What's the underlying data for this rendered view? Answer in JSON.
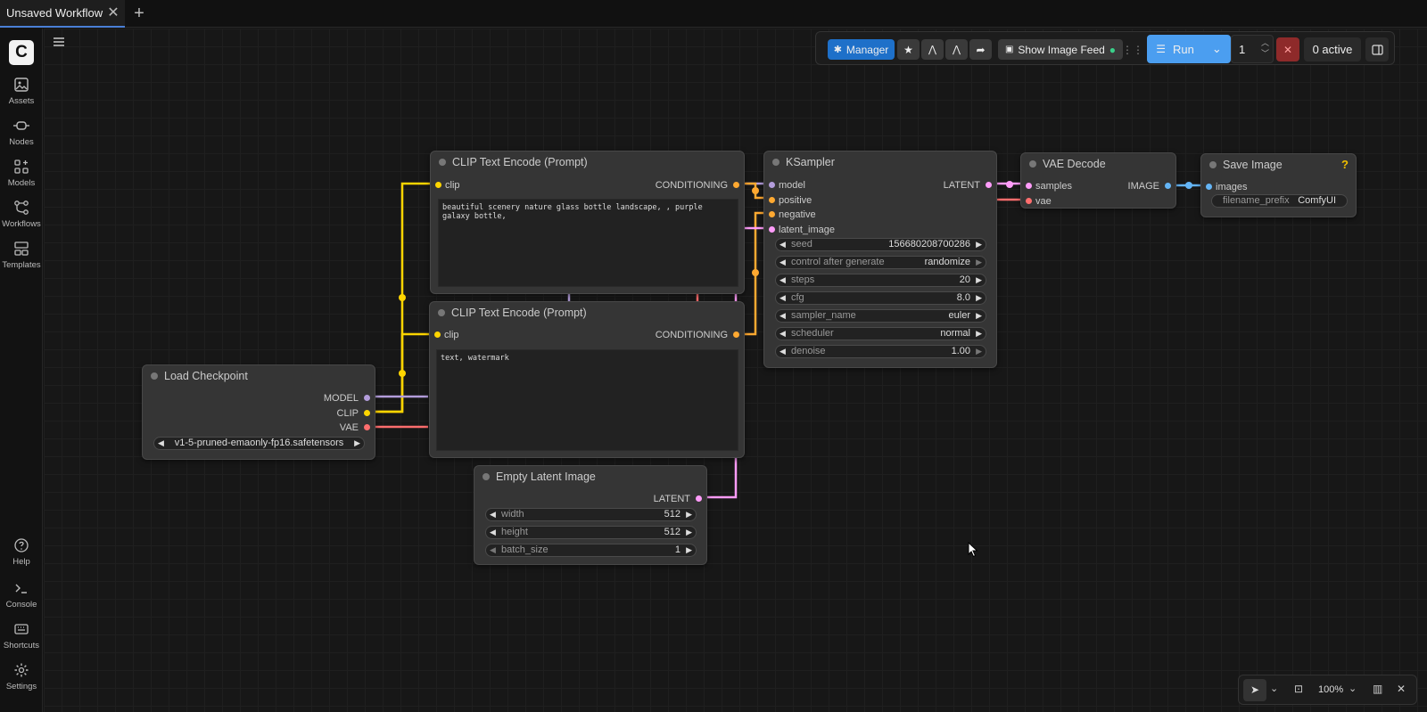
{
  "tabs": {
    "active": "Unsaved Workflow",
    "close": "✕",
    "add": "+"
  },
  "sidebar": {
    "logo": "C",
    "items": [
      {
        "label": "Assets",
        "icon": "image-icon"
      },
      {
        "label": "Nodes",
        "icon": "node-icon"
      },
      {
        "label": "Models",
        "icon": "models-icon"
      },
      {
        "label": "Workflows",
        "icon": "workflow-icon"
      },
      {
        "label": "Templates",
        "icon": "templates-icon"
      }
    ],
    "bottom": [
      {
        "label": "Help",
        "icon": "help-icon"
      },
      {
        "label": "Console",
        "icon": "console-icon"
      },
      {
        "label": "Shortcuts",
        "icon": "keyboard-icon"
      },
      {
        "label": "Settings",
        "icon": "gear-icon"
      }
    ]
  },
  "toolbar": {
    "manager": "Manager",
    "show_feed": "Show Image Feed",
    "run": "Run",
    "batch_count": "1",
    "active": "0 active"
  },
  "nodes": {
    "clip1": {
      "title": "CLIP Text Encode (Prompt)",
      "in": "clip",
      "out": "CONDITIONING",
      "text": "beautiful scenery nature glass bottle landscape, , purple galaxy bottle,"
    },
    "clip2": {
      "title": "CLIP Text Encode (Prompt)",
      "in": "clip",
      "out": "CONDITIONING",
      "text": "text, watermark"
    },
    "ksampler": {
      "title": "KSampler",
      "inputs": [
        "model",
        "positive",
        "negative",
        "latent_image"
      ],
      "out": "LATENT",
      "widgets": [
        {
          "label": "seed",
          "value": "156680208700286"
        },
        {
          "label": "control after generate",
          "value": "randomize"
        },
        {
          "label": "steps",
          "value": "20"
        },
        {
          "label": "cfg",
          "value": "8.0"
        },
        {
          "label": "sampler_name",
          "value": "euler"
        },
        {
          "label": "scheduler",
          "value": "normal"
        },
        {
          "label": "denoise",
          "value": "1.00"
        }
      ]
    },
    "vae": {
      "title": "VAE Decode",
      "inputs": [
        "samples",
        "vae"
      ],
      "out": "IMAGE"
    },
    "save": {
      "title": "Save Image",
      "in": "images",
      "help": "?",
      "widget_label": "filename_prefix",
      "widget_value": "ComfyUI"
    },
    "checkpoint": {
      "title": "Load Checkpoint",
      "outputs": [
        "MODEL",
        "CLIP",
        "VAE"
      ],
      "ckpt": "v1-5-pruned-emaonly-fp16.safetensors"
    },
    "latent": {
      "title": "Empty Latent Image",
      "out": "LATENT",
      "widgets": [
        {
          "label": "width",
          "value": "512"
        },
        {
          "label": "height",
          "value": "512"
        },
        {
          "label": "batch_size",
          "value": "1"
        }
      ]
    }
  },
  "bottom_controls": {
    "zoom": "100%"
  },
  "colors": {
    "clip": "#ffd500",
    "model": "#b39ddb",
    "vae": "#ff6e6e",
    "conditioning": "#ffa931",
    "latent": "#ff9cf9",
    "image": "#64b5f6",
    "accent": "#1e70c9"
  }
}
